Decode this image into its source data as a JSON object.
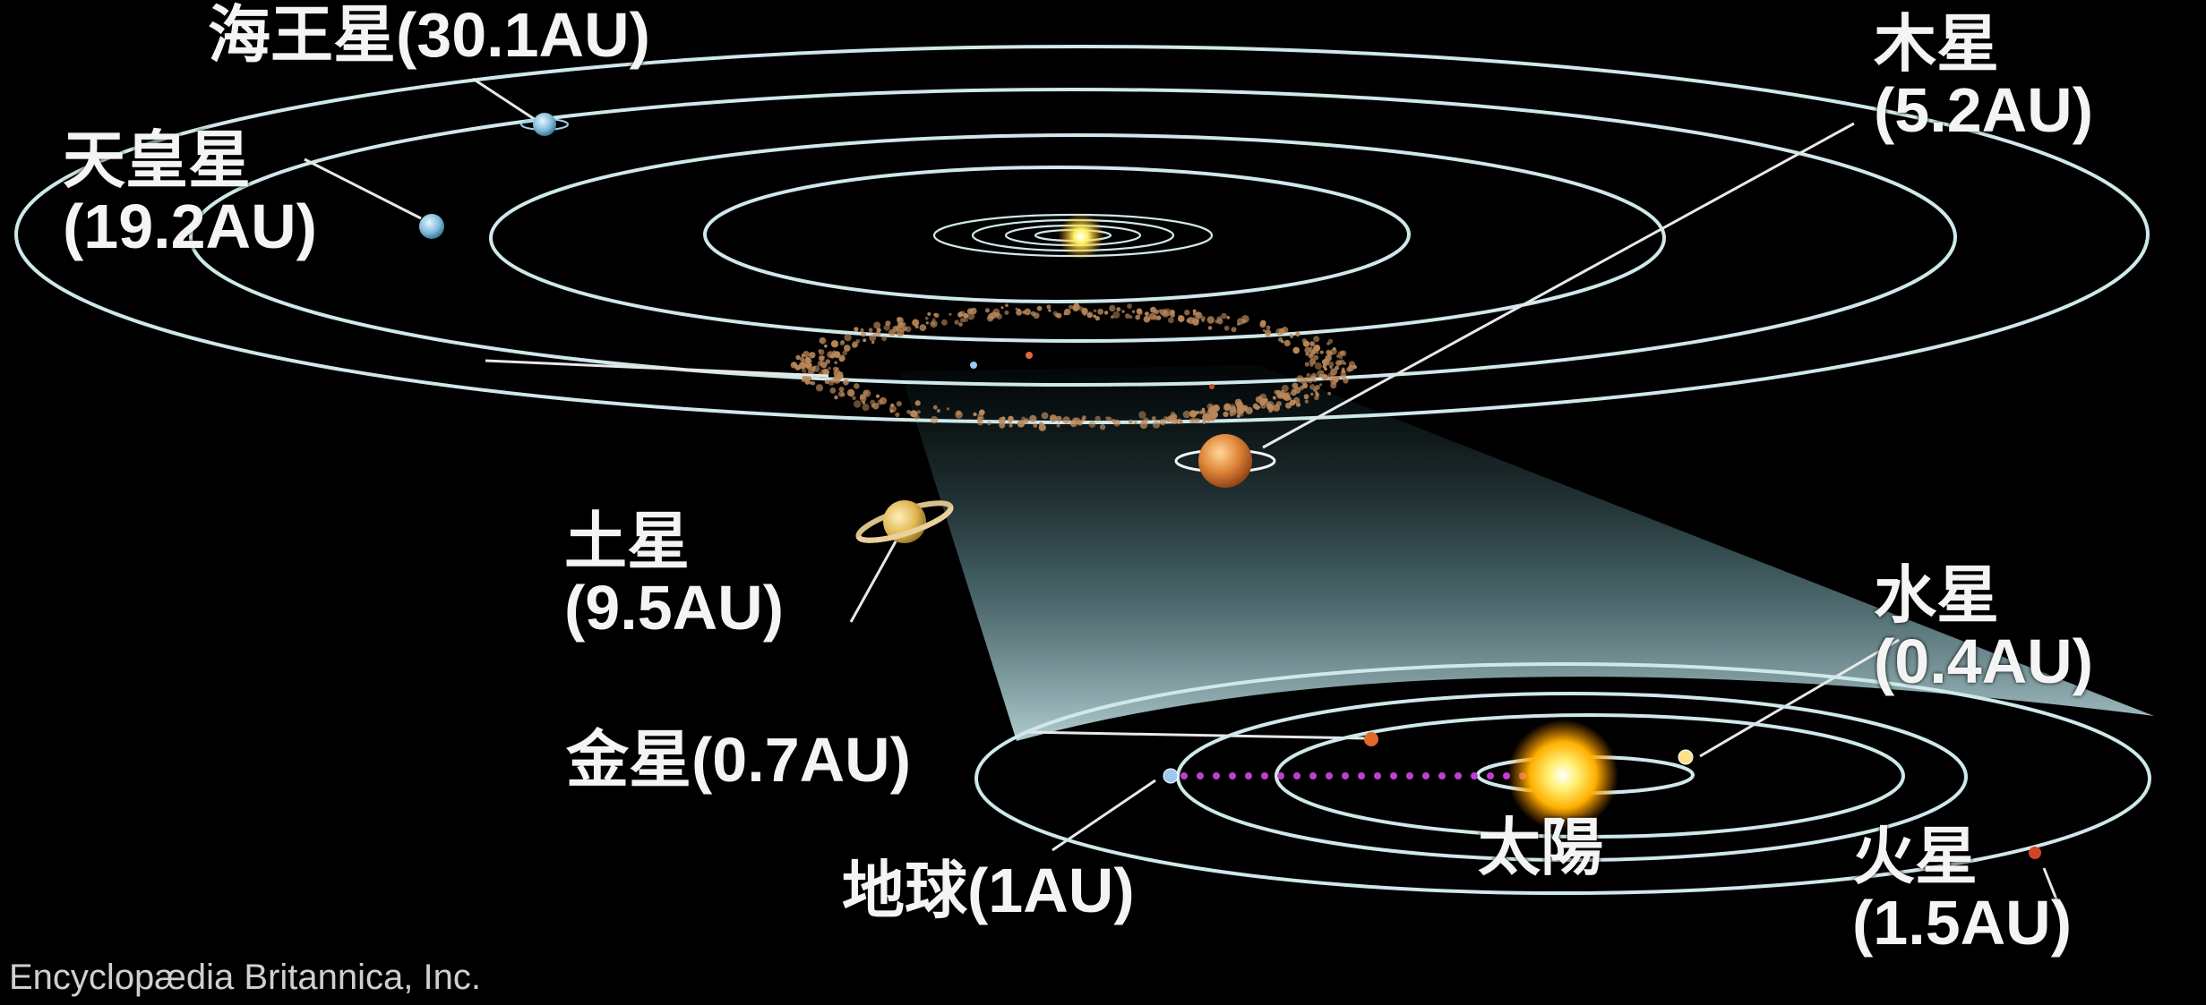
{
  "labels": {
    "neptune": "海王星(30.1AU)",
    "uranus_name": "天皇星",
    "uranus_dist": "(19.2AU)",
    "jupiter_name": "木星",
    "jupiter_dist": "(5.2AU)",
    "saturn_name": "土星",
    "saturn_dist": "(9.5AU)",
    "mercury_name": "水星",
    "mercury_dist": "(0.4AU)",
    "venus": "金星(0.7AU)",
    "earth": "地球(1AU)",
    "sun": "太陽",
    "mars_name": "火星",
    "mars_dist": "(1.5AU)"
  },
  "credit": "Encyclopædia Britannica, Inc.",
  "colors": {
    "background": "#000000",
    "orbit": "#cfe8ea",
    "funnel": "#bfe4ea",
    "asteroid": "#b9875a",
    "earth_sun_dots": "#c03fd0",
    "sun": "#ffd21a"
  }
}
